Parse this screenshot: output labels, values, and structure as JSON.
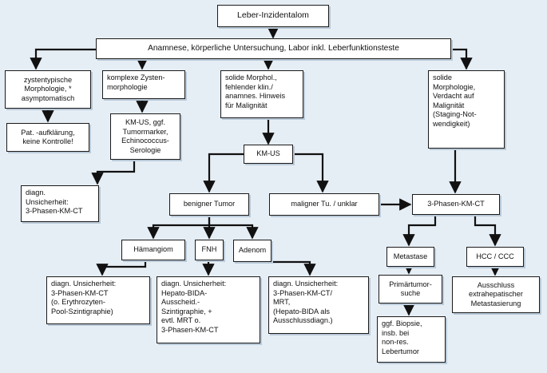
{
  "diagram": {
    "title": "Leber-Inzidentalom",
    "anamnesis": "Anamnese, körperliche Untersuchung, Labor inkl. Leberfunktionsteste",
    "cyst_typical": "zystentypische\nMorphologie, *\nasymptomatisch",
    "cyst_complex": "komplexe Zysten-\nmorphologie",
    "solid_no_malig": "solide Morphol.,\nfehlender klin./\nanamnes. Hinweis\nfür Malignität",
    "solid_malig": "solide\nMorphologie,\nVerdacht auf\nMalignität\n(Staging-Not-\nwendigkeit)",
    "pat_info": "Pat. -aufklärung,\nkeine Kontrolle!",
    "kmus_serology": "KM-US, ggf.\nTumormarker,\nEchinococcus-\nSerologie",
    "diag_unc_1": "diagn.\nUnsicherheit:\n3-Phasen-KM-CT",
    "kmus": "KM-US",
    "benign": "benigner Tumor",
    "malign_unclear": "maligner Tu. / unklar",
    "ct_3phase": "3-Phasen-KM-CT",
    "haemangiom": "Hämangiom",
    "fnh": "FNH",
    "adenom": "Adenom",
    "hae_diag": "diagn. Unsicherheit:\n3-Phasen-KM-CT\n(o. Erythrozyten-\nPool-Szintigraphie)",
    "fnh_diag": "diagn. Unsicherheit:\nHepato-BIDA-\nAusscheid.-\nSzintigraphie, +\nevtl. MRT o.\n3-Phasen-KM-CT",
    "aden_diag": "diagn. Unsicherheit:\n3-Phasen-KM-CT/\nMRT,\n(Hepato-BIDA als\nAusschlussdiagn.)",
    "metastase": "Metastase",
    "hcc_ccc": "HCC / CCC",
    "primary_search": "Primärtumor-\nsuche",
    "biopsy": "ggf. Biopsie,\ninsb. bei\nnon-res.\nLebertumor",
    "exclusion": "Ausschluss\nextrahepatischer\nMetastasierung"
  }
}
